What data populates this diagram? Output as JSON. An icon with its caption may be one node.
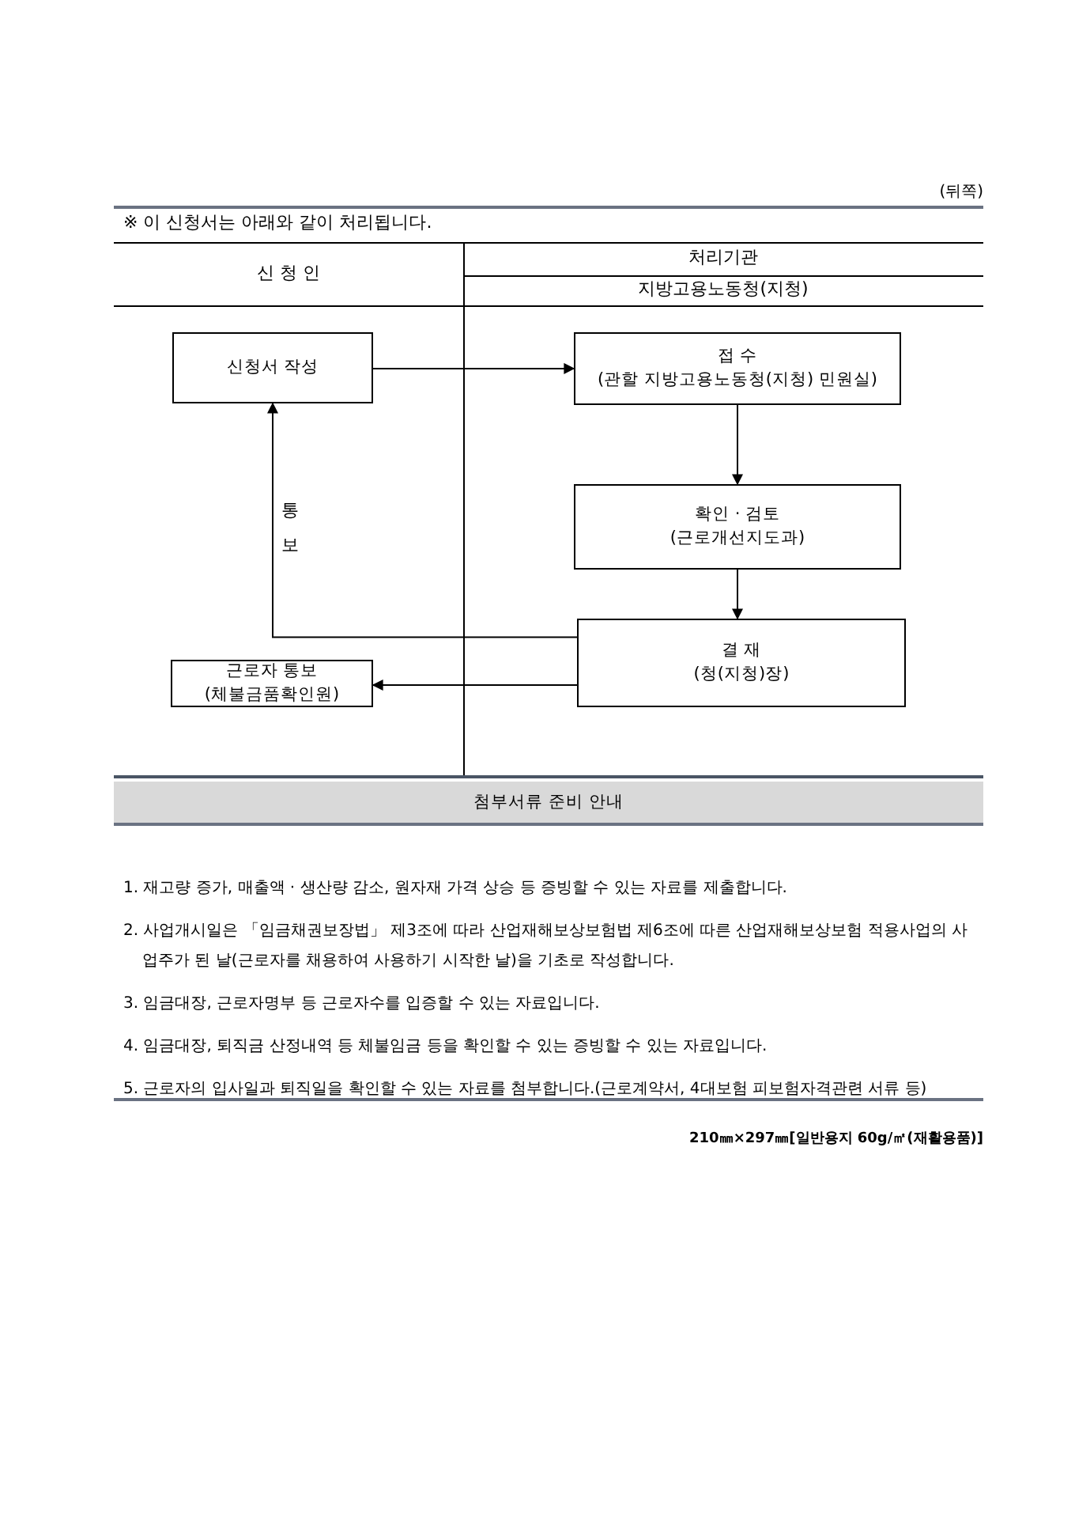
{
  "diagram": {
    "nodes": [
      {
        "text": [
          "신청서 작성"
        ]
      },
      {
        "text": [
          "접 수",
          "(관할 지방고용노동청(지청) 민원실)"
        ]
      },
      {
        "text": [
          "확인 · 검토",
          "(근로개선지도과)"
        ]
      },
      {
        "text": [
          "결 재",
          "(청(지청)장)"
        ]
      },
      {
        "text": [
          "근로자 통보",
          "(체불금품확인원)"
        ]
      },
      {
        "text": [
          "첨부서류 준비 안내"
        ]
      }
    ],
    "edges": [
      {
        "from": 0,
        "to": 1,
        "arrow": "to"
      },
      {
        "from": 1,
        "to": 2,
        "arrow": "to"
      },
      {
        "from": 2,
        "to": 3,
        "arrow": "to"
      },
      {
        "from": 3,
        "to": 0,
        "arrow": "to",
        "label": "통보"
      },
      {
        "from": 3,
        "to": 4,
        "arrow": "to"
      }
    ],
    "labels": [
      "(뒤쪽)",
      "※ 이 신청서는 아래와 같이 처리됩니다.",
      "신 청 인",
      "처리기관",
      "지방고용노동청(지청)",
      "1. 재고량 증가, 매출액 · 생산량 감소, 원자재 가격 상승 등 증빙할 수 있는 자료를 제출합니다.",
      "2. 사업개시일은 「임금채권보장법」 제3조에 따라 산업재해보상보험법 제6조에 따른 산업재해보상보험 적용사업의 사업주가 된 날(근로자를 채용하여 사용하기 시작한 날)을 기초로 작성합니다.",
      "3. 임금대장, 근로자명부 등 근로자수를 입증할 수 있는 자료입니다.",
      "4. 임금대장, 퇴직금 산정내역 등 체불임금 등을 확인할 수 있는 증빙할 수 있는 자료입니다.",
      "5. 근로자의 입사일과 퇴직일을 확인할 수 있는 자료를 첨부합니다.(근로계약서, 4대보험 피보험자격관련 서류 등)",
      "210㎜×297㎜[일반용지 60g/㎡(재활용품)]"
    ]
  }
}
